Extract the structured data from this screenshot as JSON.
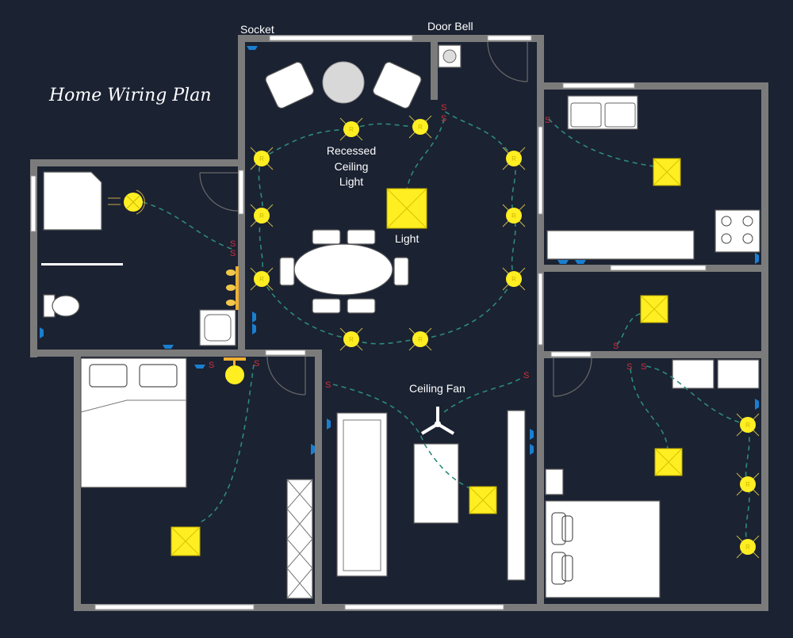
{
  "title": "Home Wiring Plan",
  "labels": {
    "socket": "Socket",
    "door_bell": "Door Bell",
    "recessed_line1": "Recessed",
    "recessed_line2": "Ceiling",
    "recessed_line3": "Light",
    "light": "Light",
    "ceiling_fan": "Ceiling Fan"
  },
  "switch_label": "S",
  "recessed_mark": "R",
  "colors": {
    "background": "#1b2232",
    "wall": "#7b7b7b",
    "light": "#ffee22",
    "wire": "#2d8a7a",
    "switch": "#d0303a",
    "socket": "#1a7fd0"
  }
}
